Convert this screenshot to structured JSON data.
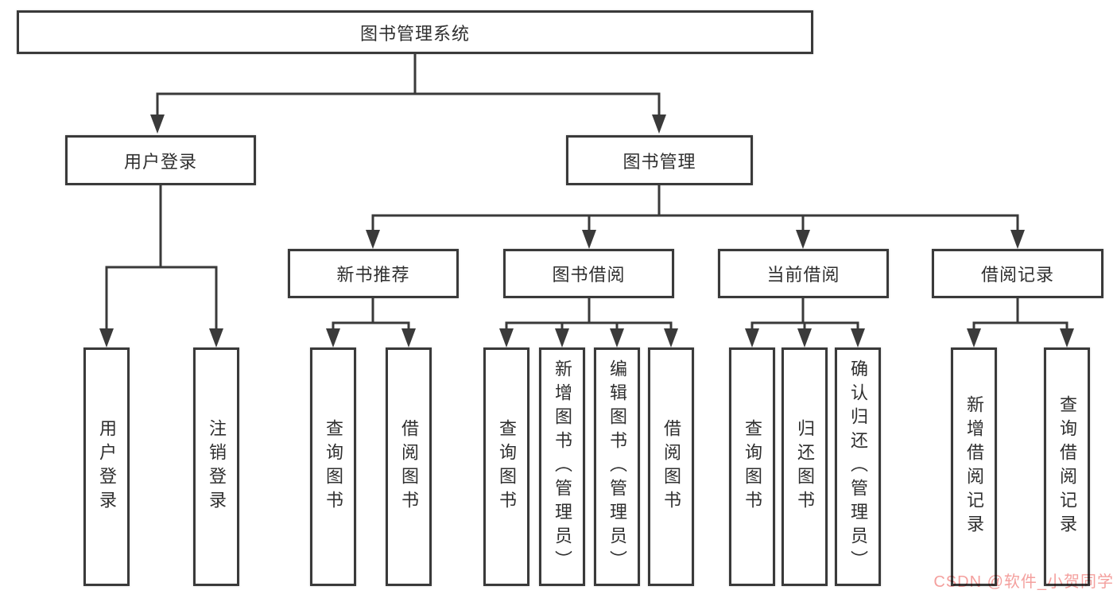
{
  "diagram": {
    "type": "tree",
    "root": {
      "label": "图书管理系统"
    },
    "level2": [
      {
        "label": "用户登录"
      },
      {
        "label": "图书管理"
      }
    ],
    "level3": [
      {
        "label": "新书推荐",
        "parent": "图书管理"
      },
      {
        "label": "图书借阅",
        "parent": "图书管理"
      },
      {
        "label": "当前借阅",
        "parent": "图书管理"
      },
      {
        "label": "借阅记录",
        "parent": "图书管理"
      }
    ],
    "level4": [
      {
        "label": "用户登录",
        "parent": "用户登录"
      },
      {
        "label": "注销登录",
        "parent": "用户登录"
      },
      {
        "label": "查询图书",
        "parent": "新书推荐"
      },
      {
        "label": "借阅图书",
        "parent": "新书推荐"
      },
      {
        "label": "查询图书",
        "parent": "图书借阅"
      },
      {
        "label": "新增图书（管理员）",
        "parent": "图书借阅"
      },
      {
        "label": "编辑图书（管理员）",
        "parent": "图书借阅"
      },
      {
        "label": "借阅图书",
        "parent": "图书借阅"
      },
      {
        "label": "查询图书",
        "parent": "当前借阅"
      },
      {
        "label": "归还图书",
        "parent": "当前借阅"
      },
      {
        "label": "确认归还（管理员）",
        "parent": "当前借阅"
      },
      {
        "label": "新增借阅记录",
        "parent": "借阅记录"
      },
      {
        "label": "查询借阅记录",
        "parent": "借阅记录"
      }
    ]
  },
  "watermark": {
    "text": "CSDN @软件_小贺同学"
  },
  "colors": {
    "line": "#3a3a3a",
    "border": "#3a3a3a",
    "text": "#2f2f2f",
    "background": "#ffffff",
    "watermark": "#f4a09e"
  }
}
